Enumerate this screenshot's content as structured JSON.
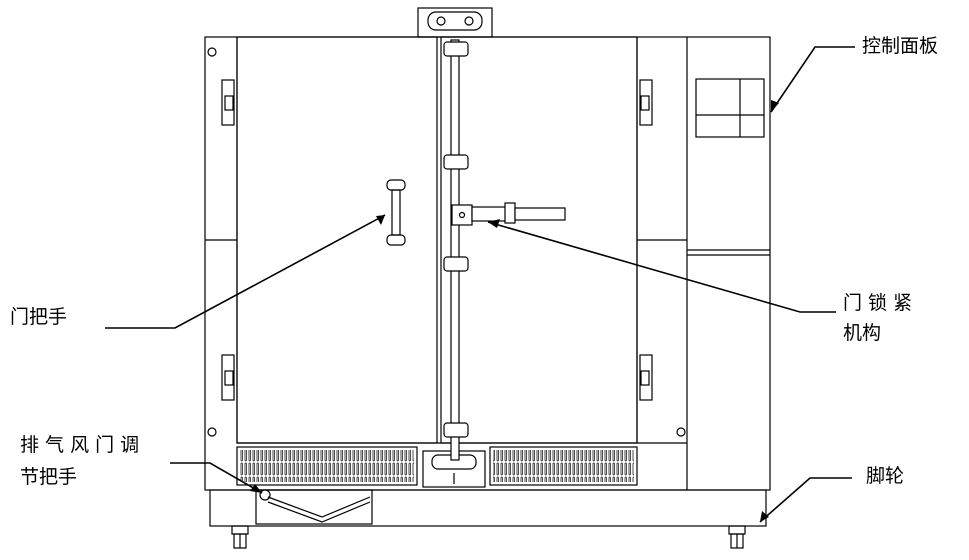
{
  "labels": {
    "control_panel": "控制面板",
    "door_handle": "门把手",
    "door_lock_line1": "门 锁 紧",
    "door_lock_line2": "机构",
    "vent_line1": "排 气 风 门 调",
    "vent_line2": "节把手",
    "caster": "脚轮"
  },
  "colors": {
    "stroke": "#000000",
    "background": "#ffffff"
  }
}
